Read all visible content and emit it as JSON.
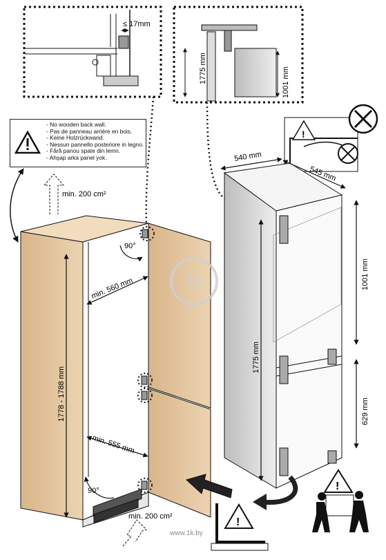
{
  "warning": {
    "lines": [
      "- No wooden back wall.",
      "- Pas de panneau arrière en bois.",
      "- Keine Holzrückwand.",
      "- Nessun pannello posteriore in legno.",
      "- Fără panou spate din lemn.",
      "- Ahşap arka panel yok."
    ]
  },
  "dims": {
    "gap_top": "≤ 17mm",
    "h_1775_detail": "1775 mm",
    "h_1001_detail": "1001 mm",
    "vent_top": "min. 200 cm²",
    "vent_bottom": "min. 200 cm²",
    "angle_top": "90°",
    "angle_bottom": "90°",
    "width_top": "min. 560 mm",
    "width_bottom": "min. 555 mm",
    "niche_height": "1778 - 1788 mm",
    "depth_540": "540 mm",
    "depth_545": "545 mm",
    "h_1001": "1001 mm",
    "h_1775": "1775 mm",
    "h_629": "629 mm"
  },
  "logo_text": "1k",
  "watermark": "www.1k.by"
}
